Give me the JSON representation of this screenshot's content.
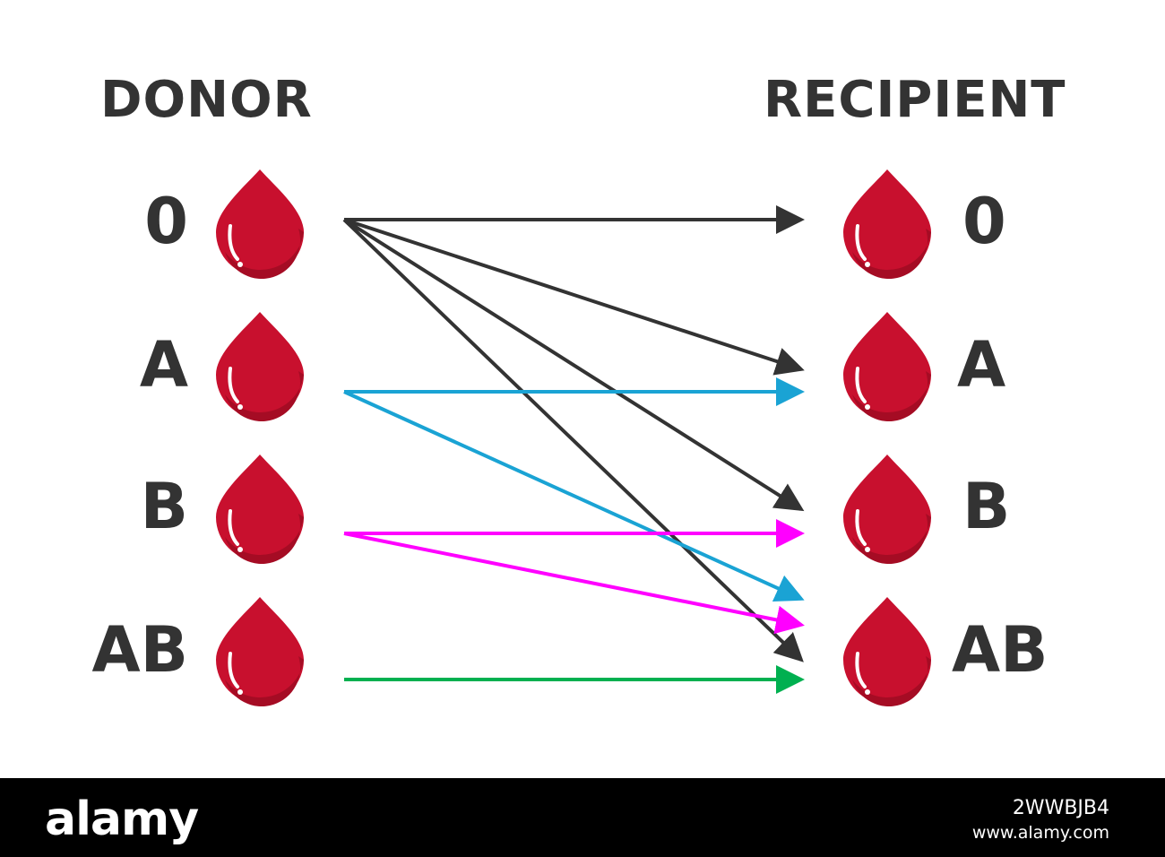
{
  "headings": {
    "donor": "DONOR",
    "recipient": "RECIPIENT"
  },
  "blood_types": [
    "0",
    "A",
    "B",
    "AB"
  ],
  "donor_labels": [
    "0",
    "A",
    "B",
    "AB"
  ],
  "recipient_labels": [
    "0",
    "A",
    "B",
    "AB"
  ],
  "compatibility": [
    {
      "from": "0",
      "to": "0",
      "color": "#333333"
    },
    {
      "from": "0",
      "to": "A",
      "color": "#333333"
    },
    {
      "from": "0",
      "to": "B",
      "color": "#333333"
    },
    {
      "from": "0",
      "to": "AB",
      "color": "#333333"
    },
    {
      "from": "A",
      "to": "A",
      "color": "#1aa3d4"
    },
    {
      "from": "A",
      "to": "AB",
      "color": "#1aa3d4"
    },
    {
      "from": "B",
      "to": "B",
      "color": "#ff00ff"
    },
    {
      "from": "B",
      "to": "AB",
      "color": "#ff00ff"
    },
    {
      "from": "AB",
      "to": "AB",
      "color": "#00b050"
    }
  ],
  "colors": {
    "drop": "#c8102e",
    "drop_shadow": "#a50c24",
    "text": "#333333"
  },
  "footer": {
    "logo": "alamy",
    "image_id": "2WWBJB4",
    "url": "www.alamy.com"
  }
}
